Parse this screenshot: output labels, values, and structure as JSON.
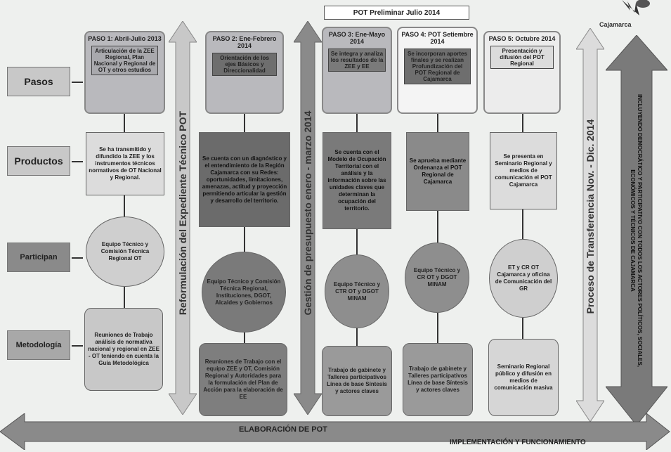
{
  "header": {
    "pot_preliminar": "POT Preliminar Julio 2014",
    "logo_text": "Cajamarca"
  },
  "left_labels": {
    "pasos": "Pasos",
    "productos": "Productos",
    "participan": "Participan",
    "metodologia": "Metodología"
  },
  "paso1": {
    "title": "PASO 1: Abril-Julio 2013",
    "inner": "Articulación de la ZEE Regional, Plan Nacional y Regional de OT y otros estudios"
  },
  "paso2": {
    "title": "PASO 2: Ene-Febrero 2014",
    "inner": "Orientación de los ejes Básicos y Direccionalidad"
  },
  "paso3": {
    "title": "PASO 3: Ene-Mayo 2014",
    "inner": "Se integra y analiza los resultados de la ZEE y EE"
  },
  "paso4": {
    "title": "PASO 4: POT Setiembre 2014",
    "inner": "Se incorporan aportes finales y se realizan Profundización del POT Regional de Cajamarca"
  },
  "paso5": {
    "title": "PASO 5: Octubre 2014",
    "inner": "Presentación y difusión del POT Regional"
  },
  "productos": {
    "c1": "Se ha transmitido y difundido la ZEE y los instrumentos técnicos normativos de OT Nacional y Regional.",
    "c2": "Se cuenta con un diagnóstico y el entendimiento de la Región Cajamarca con su Redes: oportunidades, limitaciones, amenazas, actitud y proyección permitiendo articular la gestión y desarrollo del territorio.",
    "c3": "Se cuenta con el Modelo de Ocupación Territorial con el análisis y la información sobre las unidades claves que determinan la ocupación del territorio.",
    "c4": "Se aprueba mediante Ordenanza el POT Regional de Cajamarca",
    "c5": "Se presenta en Seminario Regional y medios de comunicación el POT Cajamarca"
  },
  "participan": {
    "c1": "Equipo Técnico y Comisión Técnica Regional OT",
    "c2": "Equipo Técnico y Comisión Técnica Regional, Instituciones, DGOT, Alcaldes y Gobiernos",
    "c3": "Equipo Técnico y CTR OT y DGOT MINAM",
    "c4": "Equipo Técnico y CR OT y DGOT MINAM",
    "c5": "ET y CR OT Cajamarca y oficina de Comunicación del GR"
  },
  "metodologia": {
    "c1": "Reuniones de Trabajo análisis de normativa nacional y regional en ZEE - OT teniendo en cuenta la Guía Metodológica",
    "c2": "Reuniones de Trabajo con el equipo ZEE y OT, Comisión Regional y Autoridades para la formulación del Plan de Acción para la elaboración de EE",
    "c3": "Trabajo de gabinete y Talleres participativos Línea de base Síntesis y actores claves",
    "c4": "Trabajo de gabinete y Talleres participativos Línea de base Síntesis y actores claves",
    "c5": "Seminario Regional público y difusión en medios de comunicación masiva"
  },
  "vertical_labels": {
    "reformulacion": "Reformulación del Expediente Técnico POT",
    "gestion": "Gestión de presupuesto enero - marzo 2014",
    "transferencia": "Proceso de Transferencia Nov. - Dic. 2014",
    "right_arrow": "INCLUYENDO DEMOCRÁTICO Y PARTICIPATIVO CON TODOS LOS ACTORES POLÍTICOS, SOCIALES, ECONÓMICOS Y TÉCNICOS DE CAJAMARCA"
  },
  "bottom": {
    "elaboracion": "ELABORACIÓN DE POT",
    "implementacion": "IMPLEMENTACIÓN Y FUNCIONAMIENTO"
  }
}
